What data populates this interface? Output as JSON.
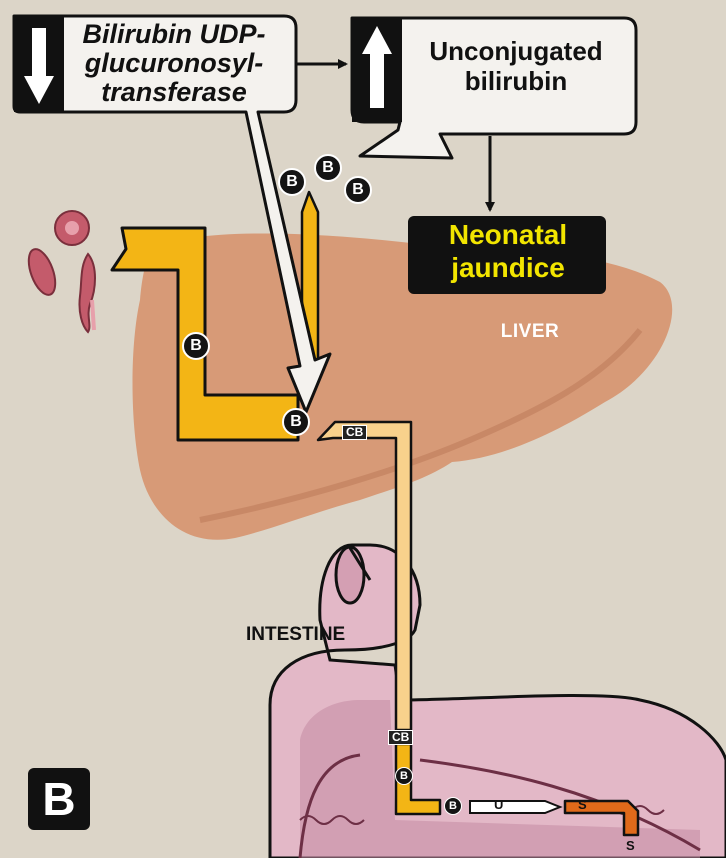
{
  "enzyme_box": {
    "line1": "Bilirubin UDP-",
    "line2": "glucuronosyl-",
    "line3": "transferase",
    "direction": "down-arrow"
  },
  "bilirubin_box": {
    "line1": "Unconjugated",
    "line2": "bilirubin",
    "direction": "up-arrow"
  },
  "outcome": {
    "line1": "Neonatal",
    "line2": "jaundice"
  },
  "organs": {
    "liver": "LIVER",
    "intestine": "INTESTINE"
  },
  "panel_label": "B",
  "markers": {
    "bilirubin": "B",
    "conjugated": "CB",
    "urobilinogen": "U",
    "stercobilin": "S"
  },
  "colors": {
    "background": "#dcd5c8",
    "liver": "#d79a77",
    "unconjugated_pathway": "#f3b515",
    "conjugated_pathway": "#f8d18c",
    "stercobilin_pathway": "#e06a1a",
    "intestine": "#e3b8c7",
    "box_fill": "#f4f2ee",
    "jaundice_box": "#111111",
    "jaundice_text": "#f2e500"
  }
}
